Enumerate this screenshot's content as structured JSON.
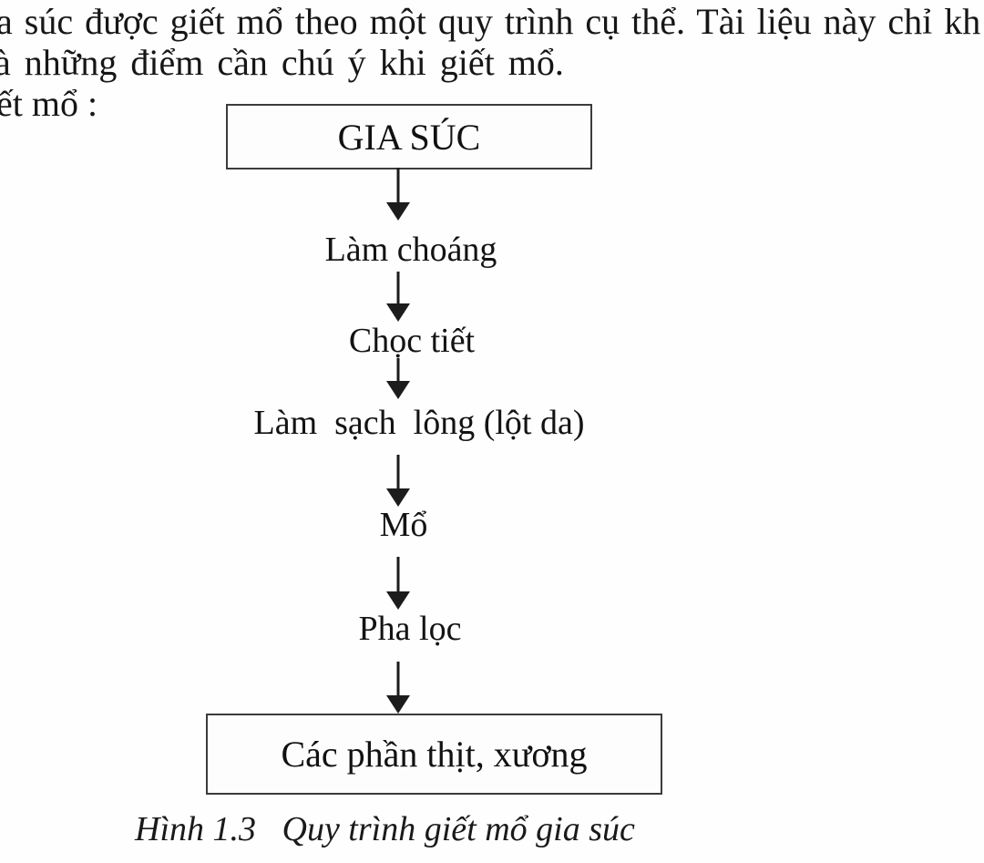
{
  "page": {
    "background_color": "#fefefe",
    "text_color": "#141414",
    "border_color": "#3c3c3c"
  },
  "paragraph": {
    "line1": "a súc được giết mổ theo một quy trình cụ thể. Tài liệu này chỉ kh",
    "line2": "à những điểm cần chú ý khi giết mổ.",
    "line3": "ết mổ :"
  },
  "flowchart": {
    "start_box_label": "GIA SÚC",
    "steps": [
      "Làm choáng",
      "Chọc tiết",
      "Làm  sạch  lông (lột da)",
      "Mổ",
      "Pha lọc"
    ],
    "end_box_label": "Các phần thịt, xương",
    "icons": {
      "arrow_down_icon": "▼"
    }
  },
  "caption": "Hình 1.3   Quy trình giết mổ gia súc"
}
